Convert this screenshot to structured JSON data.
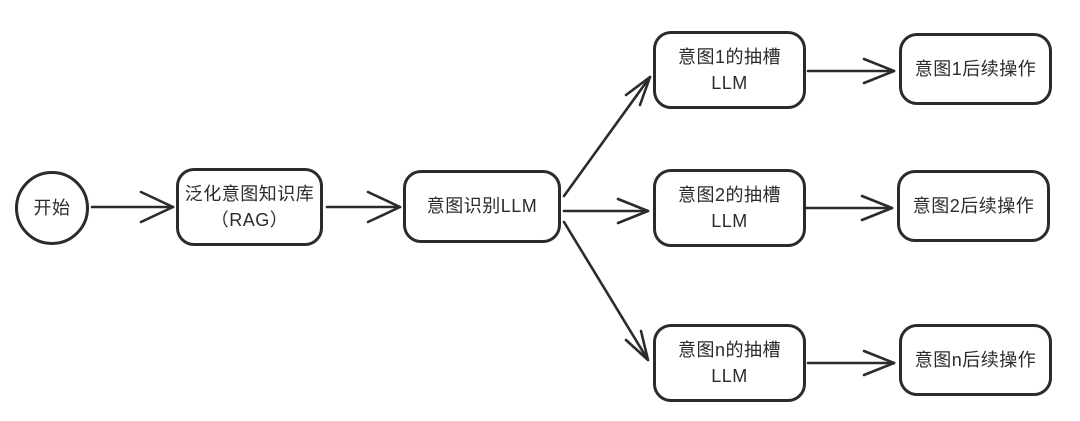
{
  "diagram": {
    "type": "flowchart",
    "nodes": {
      "start": {
        "label": "开始"
      },
      "rag": {
        "line1": "泛化意图知识库",
        "line2": "（RAG）"
      },
      "intent_llm": {
        "label": "意图识别LLM"
      },
      "branches": [
        {
          "slot_line1": "意图1的抽槽",
          "slot_line2": "LLM",
          "action_label": "意图1后续操作"
        },
        {
          "slot_line1": "意图2的抽槽",
          "slot_line2": "LLM",
          "action_label": "意图2后续操作"
        },
        {
          "slot_line1": "意图n的抽槽",
          "slot_line2": "LLM",
          "action_label": "意图n后续操作"
        }
      ]
    },
    "edges": [
      "start → rag",
      "rag → intent_llm",
      "intent_llm → slot1",
      "intent_llm → slot2",
      "intent_llm → slotn",
      "slot1 → action1",
      "slot2 → action2",
      "slotn → actionn"
    ],
    "colors": {
      "stroke": "#2b2b2b",
      "background": "#ffffff",
      "node_fill": "#ffffff",
      "text": "#2b2b2b"
    }
  }
}
